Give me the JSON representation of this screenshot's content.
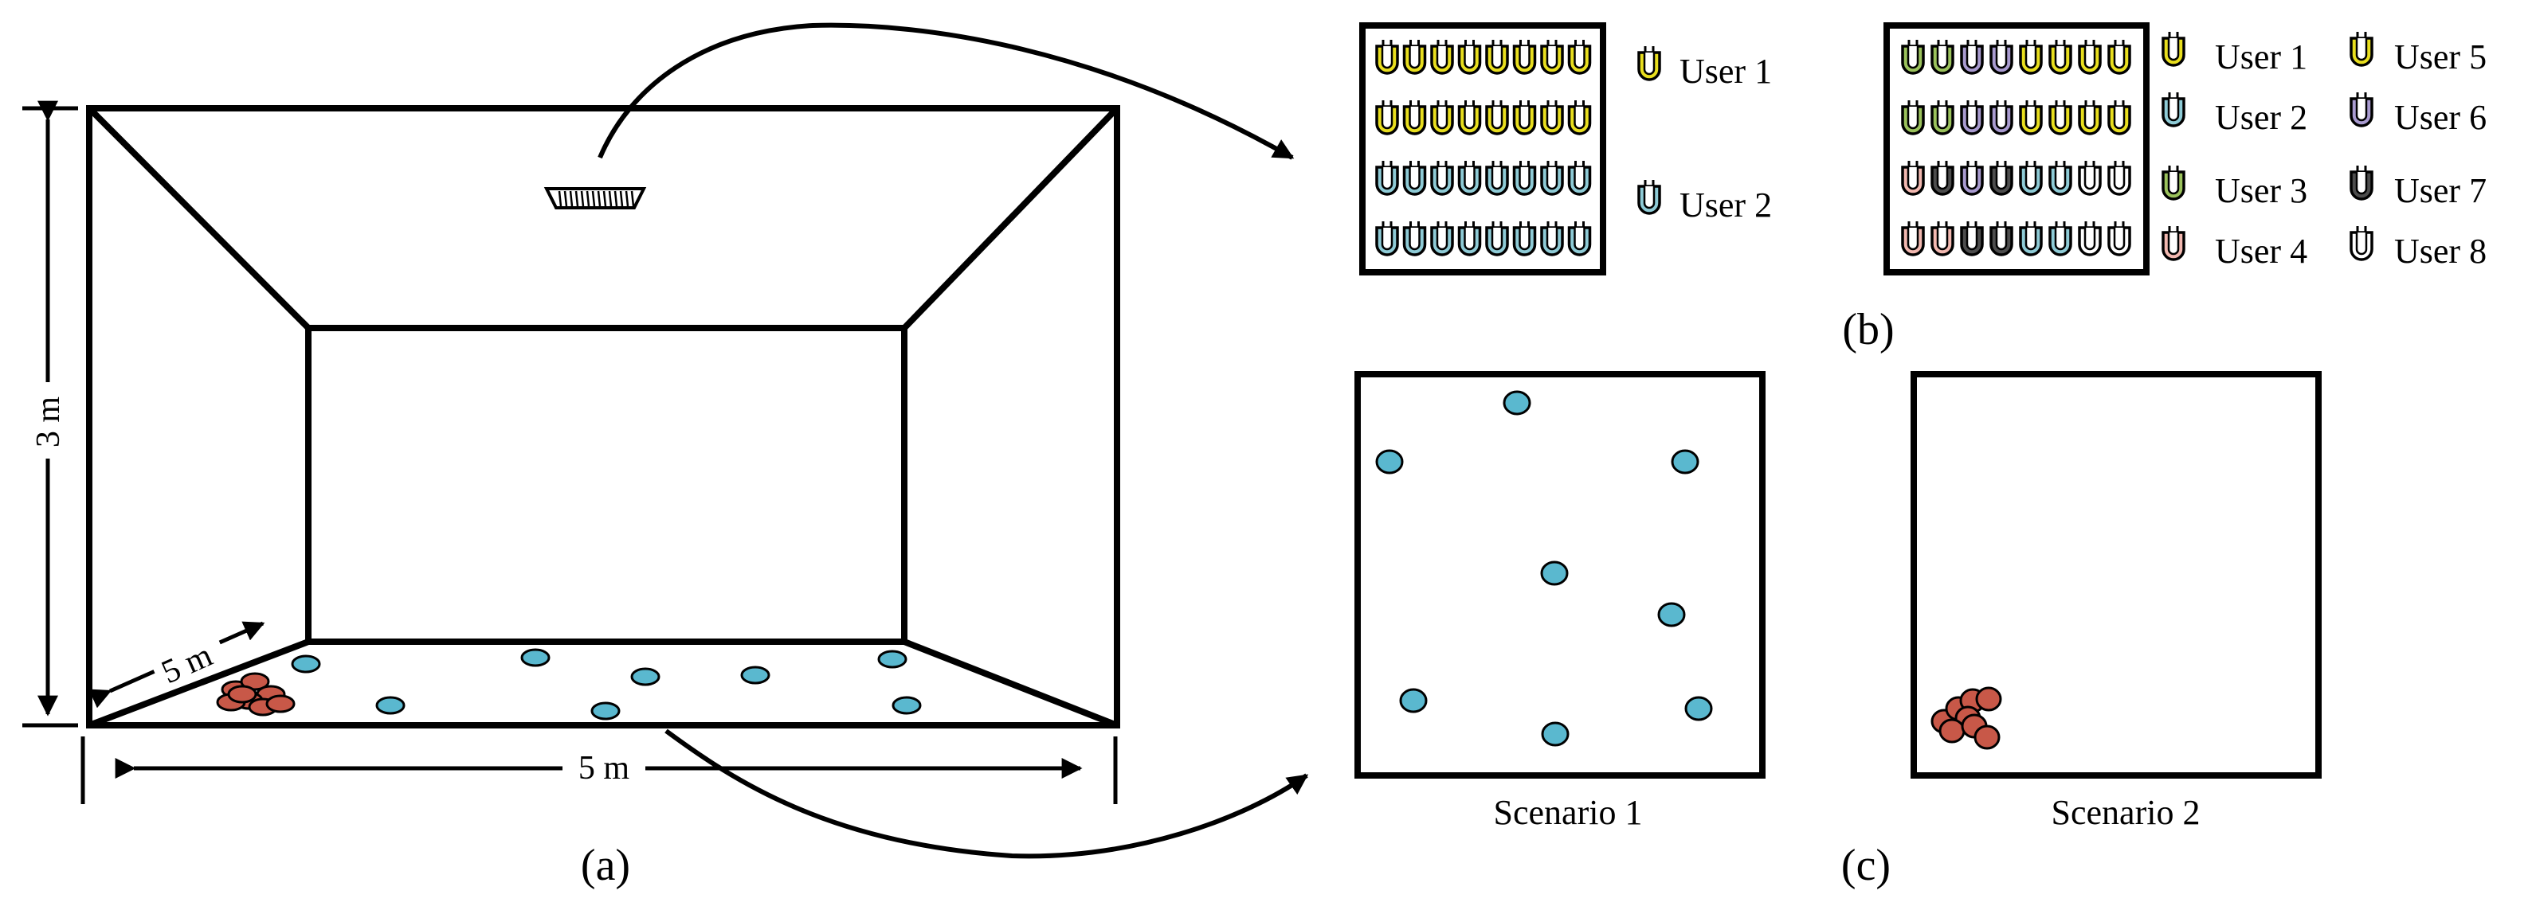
{
  "room": {
    "width_label": "5 m",
    "depth_label": "5 m",
    "height_label": "3 m",
    "panel_label": "(a)"
  },
  "array": {
    "panel_label": "(b)",
    "left": {
      "legend": [
        {
          "label": "User 1",
          "color": "#e8de1e"
        },
        {
          "label": "User 2",
          "color": "#8ecbd6"
        }
      ],
      "rows": [
        [
          "#e8de1e",
          "#e8de1e",
          "#e8de1e",
          "#e8de1e",
          "#e8de1e",
          "#e8de1e",
          "#e8de1e",
          "#e8de1e"
        ],
        [
          "#e8de1e",
          "#e8de1e",
          "#e8de1e",
          "#e8de1e",
          "#e8de1e",
          "#e8de1e",
          "#e8de1e",
          "#e8de1e"
        ],
        [
          "#8ecbd6",
          "#8ecbd6",
          "#8ecbd6",
          "#8ecbd6",
          "#8ecbd6",
          "#8ecbd6",
          "#8ecbd6",
          "#8ecbd6"
        ],
        [
          "#8ecbd6",
          "#8ecbd6",
          "#8ecbd6",
          "#8ecbd6",
          "#8ecbd6",
          "#8ecbd6",
          "#8ecbd6",
          "#8ecbd6"
        ]
      ]
    },
    "right": {
      "legend": [
        {
          "label": "User 1",
          "color": "#e8de1e"
        },
        {
          "label": "User 2",
          "color": "#8ecbd6"
        },
        {
          "label": "User 3",
          "color": "#9bc25c"
        },
        {
          "label": "User 4",
          "color": "#f2b8b0"
        },
        {
          "label": "User 5",
          "color": "#e8de1e"
        },
        {
          "label": "User 6",
          "color": "#a99bd0"
        },
        {
          "label": "User 7",
          "color": "#4d4d4d"
        },
        {
          "label": "User 8",
          "color": "#ffffff"
        }
      ],
      "rows": [
        [
          "#9bc25c",
          "#9bc25c",
          "#a99bd0",
          "#a99bd0",
          "#e8de1e",
          "#e8de1e",
          "#e8de1e",
          "#e8de1e"
        ],
        [
          "#9bc25c",
          "#9bc25c",
          "#a99bd0",
          "#a99bd0",
          "#e8de1e",
          "#e8de1e",
          "#e8de1e",
          "#e8de1e"
        ],
        [
          "#f2b8b0",
          "#4d4d4d",
          "#a99bd0",
          "#4d4d4d",
          "#8ecbd6",
          "#8ecbd6",
          "#ffffff",
          "#ffffff"
        ],
        [
          "#f2b8b0",
          "#f2b8b0",
          "#4d4d4d",
          "#4d4d4d",
          "#8ecbd6",
          "#8ecbd6",
          "#ffffff",
          "#ffffff"
        ]
      ]
    }
  },
  "scenarios": {
    "panel_label": "(c)",
    "scenario1_label": "Scenario 1",
    "scenario2_label": "Scenario 2"
  },
  "colors": {
    "user_blue": "#5ab8cf",
    "user_red": "#c85848",
    "stroke": "#000000"
  }
}
